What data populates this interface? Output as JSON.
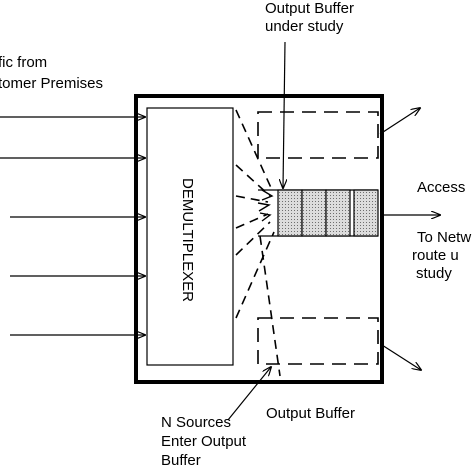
{
  "labels": {
    "traffic_from": "fic from",
    "customer_premises": "tomer Premises",
    "output_buffer_under_study_1": "Output Buffer",
    "output_buffer_under_study_2": "under study",
    "access": "Access",
    "to_network": "To Netw",
    "route_under": "route u",
    "study": "study",
    "output_buffer_bottom": "Output Buffer",
    "n_sources_1": "N Sources",
    "n_sources_2": "Enter Output",
    "n_sources_3": "Buffer",
    "demultiplexer": "DEMULTIPLEXER"
  }
}
